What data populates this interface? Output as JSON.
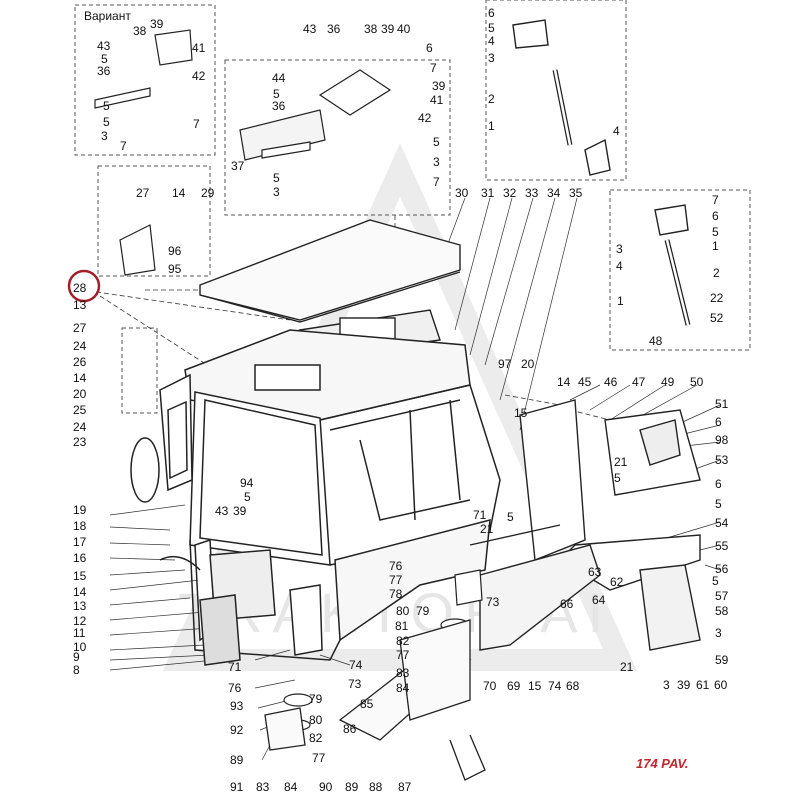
{
  "variant_label": "Вариант",
  "watermark": "TRAKTORIAI",
  "caption": "174 PAV.",
  "highlighted_part": "28",
  "callouts": [
    {
      "id": "c1",
      "t": "6"
    },
    {
      "id": "c2",
      "t": "5"
    },
    {
      "id": "c3",
      "t": "4"
    },
    {
      "id": "c4",
      "t": "3"
    },
    {
      "id": "c5",
      "t": "2"
    },
    {
      "id": "c6",
      "t": "1"
    },
    {
      "id": "c7",
      "t": "4"
    },
    {
      "id": "c8",
      "t": "43"
    },
    {
      "id": "c9",
      "t": "5"
    },
    {
      "id": "c10",
      "t": "36"
    },
    {
      "id": "c11",
      "t": "38"
    },
    {
      "id": "c12",
      "t": "39"
    },
    {
      "id": "c13",
      "t": "40"
    },
    {
      "id": "c14",
      "t": "6"
    },
    {
      "id": "c15",
      "t": "7"
    },
    {
      "id": "c16",
      "t": "39"
    },
    {
      "id": "c17",
      "t": "41"
    },
    {
      "id": "c18",
      "t": "44"
    },
    {
      "id": "c19",
      "t": "5"
    },
    {
      "id": "c20",
      "t": "36"
    },
    {
      "id": "c21",
      "t": "42"
    },
    {
      "id": "c22",
      "t": "5"
    },
    {
      "id": "c23",
      "t": "3"
    },
    {
      "id": "c24",
      "t": "7"
    },
    {
      "id": "c25",
      "t": "37"
    },
    {
      "id": "c26",
      "t": "38"
    },
    {
      "id": "c27",
      "t": "39"
    },
    {
      "id": "c28",
      "t": "43"
    },
    {
      "id": "c29",
      "t": "41"
    },
    {
      "id": "c30",
      "t": "5"
    },
    {
      "id": "c31",
      "t": "36"
    },
    {
      "id": "c32",
      "t": "42"
    },
    {
      "id": "c33",
      "t": "5"
    },
    {
      "id": "c34",
      "t": "3"
    },
    {
      "id": "c35",
      "t": "5"
    },
    {
      "id": "c36",
      "t": "3"
    },
    {
      "id": "c37",
      "t": "7"
    },
    {
      "id": "c38",
      "t": "7"
    },
    {
      "id": "c39",
      "t": "27"
    },
    {
      "id": "c40",
      "t": "14"
    },
    {
      "id": "c41",
      "t": "29"
    },
    {
      "id": "c42",
      "t": "96"
    },
    {
      "id": "c43",
      "t": "95"
    },
    {
      "id": "c44",
      "t": "30"
    },
    {
      "id": "c45",
      "t": "31"
    },
    {
      "id": "c46",
      "t": "32"
    },
    {
      "id": "c47",
      "t": "33"
    },
    {
      "id": "c48",
      "t": "34"
    },
    {
      "id": "c49",
      "t": "35"
    },
    {
      "id": "c50",
      "t": "7"
    },
    {
      "id": "c51",
      "t": "6"
    },
    {
      "id": "c52",
      "t": "5"
    },
    {
      "id": "c53",
      "t": "1"
    },
    {
      "id": "c54",
      "t": "2"
    },
    {
      "id": "c55",
      "t": "3"
    },
    {
      "id": "c56",
      "t": "4"
    },
    {
      "id": "c57",
      "t": "1"
    },
    {
      "id": "c58",
      "t": "22"
    },
    {
      "id": "c59",
      "t": "52"
    },
    {
      "id": "c60",
      "t": "48"
    },
    {
      "id": "c61",
      "t": "28"
    },
    {
      "id": "c62",
      "t": "13"
    },
    {
      "id": "c63",
      "t": "27"
    },
    {
      "id": "c64",
      "t": "24"
    },
    {
      "id": "c65",
      "t": "26"
    },
    {
      "id": "c66",
      "t": "14"
    },
    {
      "id": "c67",
      "t": "20"
    },
    {
      "id": "c68",
      "t": "25"
    },
    {
      "id": "c69",
      "t": "24"
    },
    {
      "id": "c70",
      "t": "23"
    },
    {
      "id": "c71",
      "t": "19"
    },
    {
      "id": "c72",
      "t": "18"
    },
    {
      "id": "c73",
      "t": "17"
    },
    {
      "id": "c74",
      "t": "16"
    },
    {
      "id": "c75",
      "t": "15"
    },
    {
      "id": "c76",
      "t": "14"
    },
    {
      "id": "c77",
      "t": "13"
    },
    {
      "id": "c78",
      "t": "12"
    },
    {
      "id": "c79",
      "t": "11"
    },
    {
      "id": "c80",
      "t": "10"
    },
    {
      "id": "c81",
      "t": "9"
    },
    {
      "id": "c82",
      "t": "8"
    },
    {
      "id": "c83",
      "t": "94"
    },
    {
      "id": "c84",
      "t": "5"
    },
    {
      "id": "c85",
      "t": "43"
    },
    {
      "id": "c86",
      "t": "39"
    },
    {
      "id": "c87",
      "t": "97"
    },
    {
      "id": "c88",
      "t": "20"
    },
    {
      "id": "c89",
      "t": "14"
    },
    {
      "id": "c90",
      "t": "45"
    },
    {
      "id": "c91",
      "t": "46"
    },
    {
      "id": "c92",
      "t": "47"
    },
    {
      "id": "c93",
      "t": "49"
    },
    {
      "id": "c94",
      "t": "50"
    },
    {
      "id": "c95",
      "t": "15"
    },
    {
      "id": "c96",
      "t": "51"
    },
    {
      "id": "c97",
      "t": "6"
    },
    {
      "id": "c98",
      "t": "98"
    },
    {
      "id": "c99",
      "t": "53"
    },
    {
      "id": "c100",
      "t": "21"
    },
    {
      "id": "c101",
      "t": "5"
    },
    {
      "id": "c102",
      "t": "6"
    },
    {
      "id": "c103",
      "t": "5"
    },
    {
      "id": "c104",
      "t": "54"
    },
    {
      "id": "c105",
      "t": "55"
    },
    {
      "id": "c106",
      "t": "56"
    },
    {
      "id": "c107",
      "t": "5"
    },
    {
      "id": "c108",
      "t": "57"
    },
    {
      "id": "c109",
      "t": "58"
    },
    {
      "id": "c110",
      "t": "3"
    },
    {
      "id": "c111",
      "t": "59"
    },
    {
      "id": "c112",
      "t": "60"
    },
    {
      "id": "c113",
      "t": "61"
    },
    {
      "id": "c114",
      "t": "39"
    },
    {
      "id": "c115",
      "t": "3"
    },
    {
      "id": "c116",
      "t": "21"
    },
    {
      "id": "c117",
      "t": "71"
    },
    {
      "id": "c118",
      "t": "21"
    },
    {
      "id": "c119",
      "t": "5"
    },
    {
      "id": "c120",
      "t": "76"
    },
    {
      "id": "c121",
      "t": "77"
    },
    {
      "id": "c122",
      "t": "78"
    },
    {
      "id": "c123",
      "t": "73"
    },
    {
      "id": "c124",
      "t": "80"
    },
    {
      "id": "c125",
      "t": "79"
    },
    {
      "id": "c126",
      "t": "81"
    },
    {
      "id": "c127",
      "t": "82"
    },
    {
      "id": "c128",
      "t": "77"
    },
    {
      "id": "c129",
      "t": "83"
    },
    {
      "id": "c130",
      "t": "84"
    },
    {
      "id": "c131",
      "t": "63"
    },
    {
      "id": "c132",
      "t": "62"
    },
    {
      "id": "c133",
      "t": "64"
    },
    {
      "id": "c134",
      "t": "66"
    },
    {
      "id": "c135",
      "t": "70"
    },
    {
      "id": "c136",
      "t": "69"
    },
    {
      "id": "c137",
      "t": "15"
    },
    {
      "id": "c138",
      "t": "74"
    },
    {
      "id": "c139",
      "t": "68"
    },
    {
      "id": "c140",
      "t": "71"
    },
    {
      "id": "c141",
      "t": "74"
    },
    {
      "id": "c142",
      "t": "76"
    },
    {
      "id": "c143",
      "t": "73"
    },
    {
      "id": "c144",
      "t": "93"
    },
    {
      "id": "c145",
      "t": "79"
    },
    {
      "id": "c146",
      "t": "80"
    },
    {
      "id": "c147",
      "t": "92"
    },
    {
      "id": "c148",
      "t": "82"
    },
    {
      "id": "c149",
      "t": "89"
    },
    {
      "id": "c150",
      "t": "77"
    },
    {
      "id": "c151",
      "t": "91"
    },
    {
      "id": "c152",
      "t": "83"
    },
    {
      "id": "c153",
      "t": "84"
    },
    {
      "id": "c154",
      "t": "85"
    },
    {
      "id": "c155",
      "t": "86"
    },
    {
      "id": "c156",
      "t": "90"
    },
    {
      "id": "c157",
      "t": "89"
    },
    {
      "id": "c158",
      "t": "88"
    },
    {
      "id": "c159",
      "t": "87"
    }
  ]
}
